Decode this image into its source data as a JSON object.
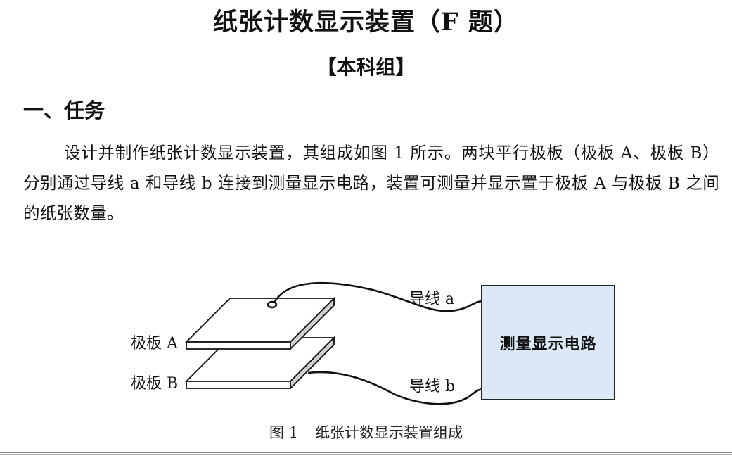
{
  "document": {
    "title": "纸张计数显示装置（F 题）",
    "subtitle": "【本科组】",
    "section": {
      "heading": "一、任务",
      "paragraph": "设计并制作纸张计数显示装置，其组成如图 1 所示。两块平行极板（极板 A、极板 B）分别通过导线 a 和导线 b 连接到测量显示电路，装置可测量并显示置于极板 A 与极板 B 之间的纸张数量。"
    },
    "figure": {
      "plate_a_label": "极板 A",
      "plate_b_label": "极板 B",
      "wire_a_label": "导线 a",
      "wire_b_label": "导线 b",
      "circuit_label": "测量显示电路",
      "colors": {
        "circuit_fill": "#dce8f5",
        "plate_edge_fill": "#cfcfcf",
        "stroke": "#111111"
      },
      "caption_number": "图 1",
      "caption_text": "纸张计数显示装置组成"
    }
  }
}
